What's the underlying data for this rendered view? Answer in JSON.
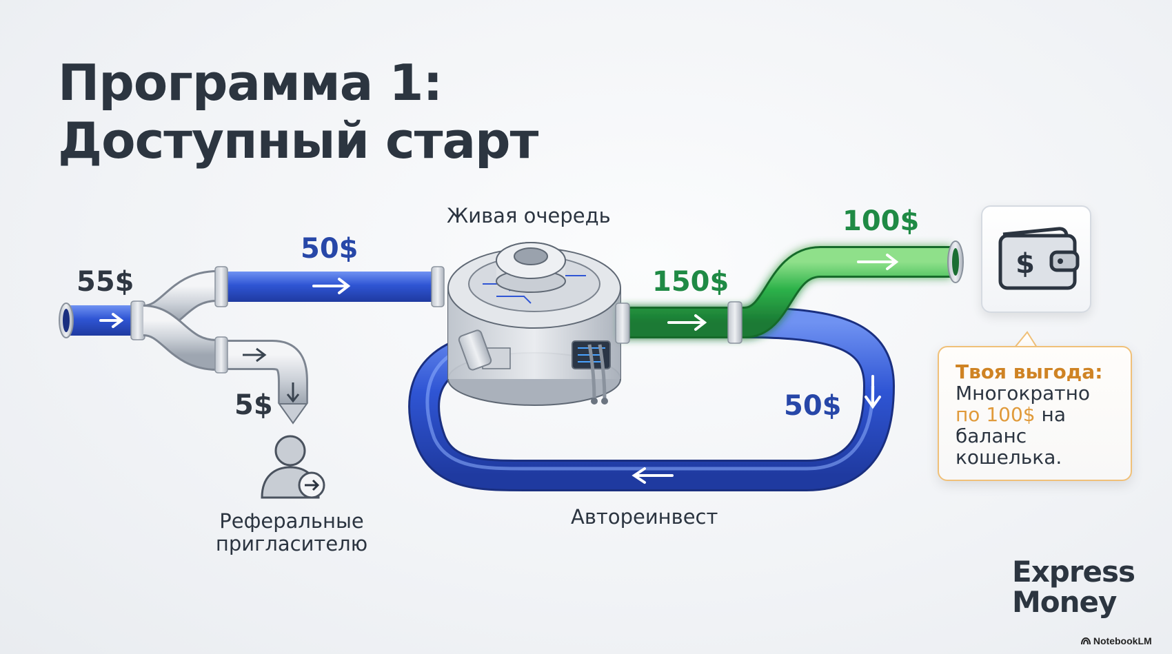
{
  "title": {
    "line1": "Программа 1:",
    "line2": "Доступный старт"
  },
  "amounts": {
    "input": "55$",
    "to_queue": "50$",
    "referral": "5$",
    "from_queue": "150$",
    "payout": "100$",
    "reinvest": "50$"
  },
  "captions": {
    "queue": "Живая очередь",
    "referral_line1": "Реферальные",
    "referral_line2": "пригласителю",
    "reinvest": "Автореинвест"
  },
  "callout": {
    "title": "Твоя выгода:",
    "line1": "Многократно",
    "highlight": "по 100$",
    "line2_rest": " на",
    "line3": "баланс",
    "line4": "кошелька."
  },
  "brand": {
    "line1": "Express",
    "line2": "Money"
  },
  "watermark": "NotebookLM",
  "colors": {
    "blue_pipe": "#2f55d4",
    "green_pipe": "#2db24a",
    "title_text": "#2c3540",
    "callout_accent": "#e09a3a"
  },
  "icons": [
    "wallet-icon",
    "dollar-icon",
    "user-referral-icon",
    "arrow-right-icon",
    "machine-icon"
  ]
}
